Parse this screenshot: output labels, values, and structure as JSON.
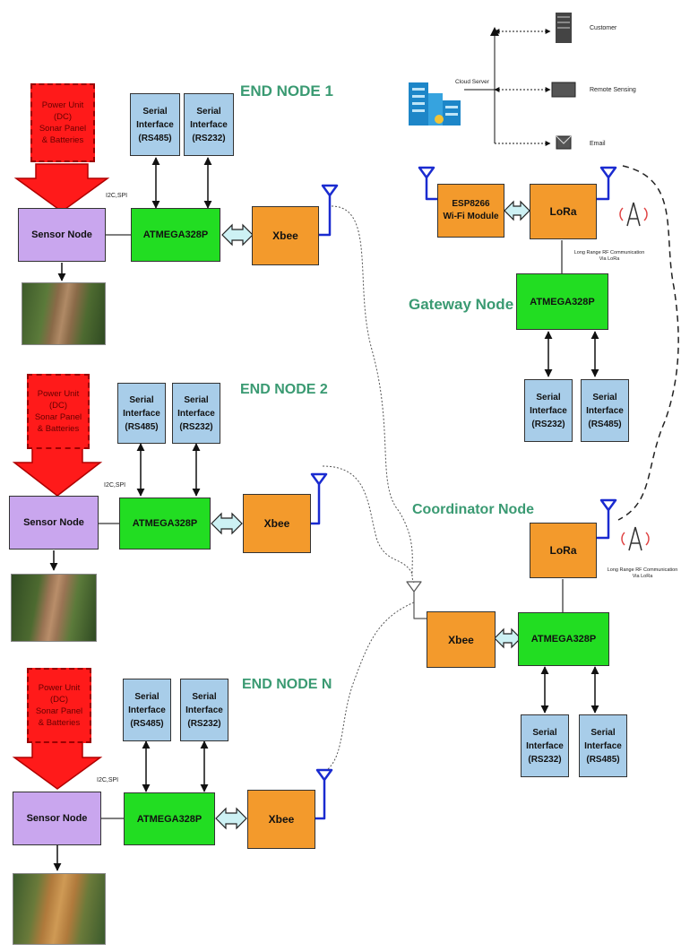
{
  "end_nodes": [
    {
      "title": "END NODE 1",
      "power": "Power Unit\n(DC)\nSonar Panel\n& Batteries",
      "serial_left": "Serial\nInterface\n(RS485)",
      "serial_right": "Serial\nInterface\n(RS232)",
      "mcu": "ATMEGA328P",
      "xbee": "Xbee",
      "sensor": "Sensor Node",
      "bus": "I2C,SPI"
    },
    {
      "title": "END NODE 2",
      "power": "Power Unit\n(DC)\nSonar Panel\n& Batteries",
      "serial_left": "Serial\nInterface\n(RS485)",
      "serial_right": "Serial\nInterface\n(RS232)",
      "mcu": "ATMEGA328P",
      "xbee": "Xbee",
      "sensor": "Sensor Node",
      "bus": "I2C,SPI"
    },
    {
      "title": "END NODE N",
      "power": "Power Unit\n(DC)\nSonar Panel\n& Batteries",
      "serial_left": "Serial\nInterface\n(RS485)",
      "serial_right": "Serial\nInterface\n(RS232)",
      "mcu": "ATMEGA328P",
      "xbee": "Xbee",
      "sensor": "Sensor Node",
      "bus": "I2C,SPI"
    }
  ],
  "gateway": {
    "title": "Gateway Node",
    "esp": "ESP8266\nWi-Fi Module",
    "lora": "LoRa",
    "mcu": "ATMEGA328P",
    "serial_left": "Serial\nInterface\n(RS232)",
    "serial_right": "Serial\nInterface\n(RS485)",
    "rf_label": "Long Range RF Communication\nVia LoRa"
  },
  "coordinator": {
    "title": "Coordinator Node",
    "lora": "LoRa",
    "xbee": "Xbee",
    "mcu": "ATMEGA328P",
    "serial_left": "Serial\nInterface\n(RS232)",
    "serial_right": "Serial\nInterface\n(RS485)",
    "rf_label": "Long Range RF Communication\nVia LoRa"
  },
  "cloud": {
    "server_label": "Cloud Server",
    "outputs": [
      "Customer",
      "Remote Sensing",
      "Email"
    ]
  },
  "colors": {
    "title_green": "#3a9a72",
    "mcu_green": "#22dd22",
    "xbee_orange": "#f39a2c",
    "serial_blue": "#a8cde9",
    "sensor_purple": "#c9a6ee",
    "power_red": "#ff1a1a",
    "antenna_blue": "#1a2bd0",
    "bidir_arrow": "#cdf1f4"
  }
}
